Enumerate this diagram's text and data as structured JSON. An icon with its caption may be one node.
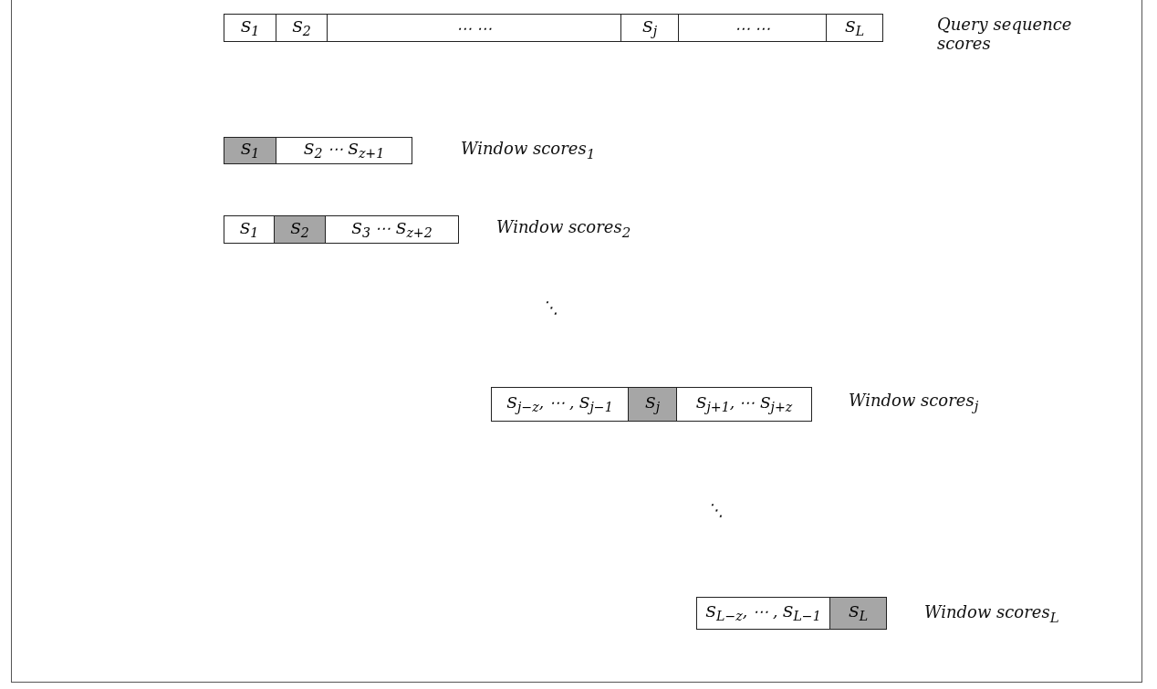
{
  "diagram": {
    "nodes": [
      {
        "text": [
          "S$_{1}$"
        ]
      },
      {
        "text": [
          "S$_{2}$"
        ]
      },
      {
        "text": [
          "⋯ ⋯"
        ]
      },
      {
        "text": [
          "S$_{j}$"
        ]
      },
      {
        "text": [
          "⋯ ⋯"
        ]
      },
      {
        "text": [
          "S$_{L}$"
        ]
      },
      {
        "text": [
          "S$_{1}$"
        ]
      },
      {
        "text": [
          "S$_{2}$ ⋯ S$_{z+1}$"
        ]
      },
      {
        "text": [
          "S$_{1}$"
        ]
      },
      {
        "text": [
          "S$_{2}$"
        ]
      },
      {
        "text": [
          "S$_{3}$ ⋯ S$_{z+2}$"
        ]
      },
      {
        "text": [
          "S$_{j−z}$, ⋯ , S$_{j−1}$"
        ]
      },
      {
        "text": [
          "S$_{j}$"
        ]
      },
      {
        "text": [
          "S$_{j+1}$, ⋯ S$_{j+z}$"
        ]
      },
      {
        "text": [
          "S$_{L−z}$, ⋯ , S$_{L−1}$"
        ]
      },
      {
        "text": [
          "S$_{L}$"
        ]
      }
    ],
    "labels": [
      "Query sequence scores",
      "Window scores$_{1}$",
      "Window scores$_{2}$",
      "⋱",
      "Window scores$_{j}$",
      "⋱",
      "Window scores$_{L}$"
    ]
  }
}
